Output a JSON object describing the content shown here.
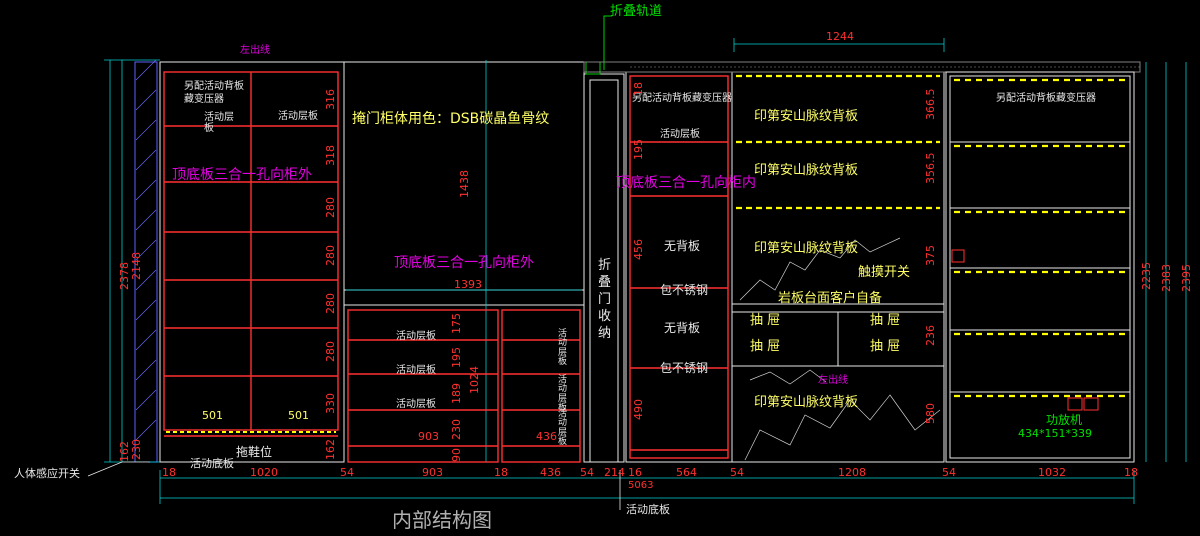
{
  "title": "内部结构图",
  "callouts": {
    "fold_track": "折叠轨道",
    "sensor_switch": "人体感应开关",
    "movable_bottom": "活动底板"
  },
  "left_cabinet": {
    "top_label": "左出线",
    "transformer": "另配活动背板\n藏变压器",
    "shelf_a": "活动层\n板",
    "shelf_b": "活动层板",
    "note": "顶底板三合一孔向柜外",
    "w1": "501",
    "w2": "501",
    "shoe": "拖鞋位",
    "bottom": "活动底板",
    "dim_height_total": "2378",
    "dim_height_inner": "2148",
    "dim_low1": "162",
    "dim_low2": "230",
    "shelf_dims": [
      "316",
      "318",
      "280",
      "280",
      "280",
      "280",
      "330"
    ],
    "bottom_dim": "162"
  },
  "middle": {
    "color_note": "掩门柜体用色：DSB碳晶鱼骨纹",
    "note": "顶底板三合一孔向柜外",
    "dim_height": "1438",
    "width_top": "1393",
    "shelf1": "活动层板",
    "shelf1b": "活动层板",
    "shelf2": "活动层板",
    "shelf_right": "活\n动\n层\n板",
    "shelf_right2": "活\n动\n层\n板",
    "shelf_right3": "活\n动\n层\n板",
    "dim_left": [
      "175",
      "195",
      "189",
      "230",
      "90"
    ],
    "dim_mid": "1024",
    "w1": "903",
    "w2": "436"
  },
  "fold_area": {
    "label": "折\n叠\n门\n收\n纳"
  },
  "right_left_cabinet": {
    "transformer": "另配活动背板藏变压器",
    "shelf": "活动层板",
    "note": "顶底板三合一孔向柜内",
    "no_back1": "无背板",
    "steel1": "包不锈钢",
    "no_back2": "无背板",
    "steel2": "包不锈钢",
    "dims": [
      "18",
      "195",
      "456",
      "490"
    ]
  },
  "stone_cabinet": {
    "width": "1244",
    "back1": "印第安山脉纹背板",
    "back2": "印第安山脉纹背板",
    "back3": "印第安山脉纹背板",
    "touch": "触摸开关",
    "countertop": "岩板台面客户自备",
    "drawer1": "抽 屉",
    "drawer2": "抽 屉",
    "drawer3": "抽 屉",
    "drawer4": "抽 屉",
    "left_out": "左出线",
    "back4": "印第安山脉纹背板",
    "dims": [
      "366.5",
      "356.5",
      "375",
      "236",
      "580"
    ]
  },
  "far_right": {
    "transformer": "另配活动背板藏变压器",
    "amp": "功放机",
    "amp_size": "434*151*339",
    "dims": [
      "2235",
      "2383",
      "2395"
    ]
  },
  "bottom_dims": [
    "18",
    "1020",
    "54",
    "903",
    "18",
    "436",
    "54",
    "214",
    "16",
    "564",
    "54",
    "1208",
    "54",
    "1032",
    "18"
  ],
  "bottom_small": "5063"
}
